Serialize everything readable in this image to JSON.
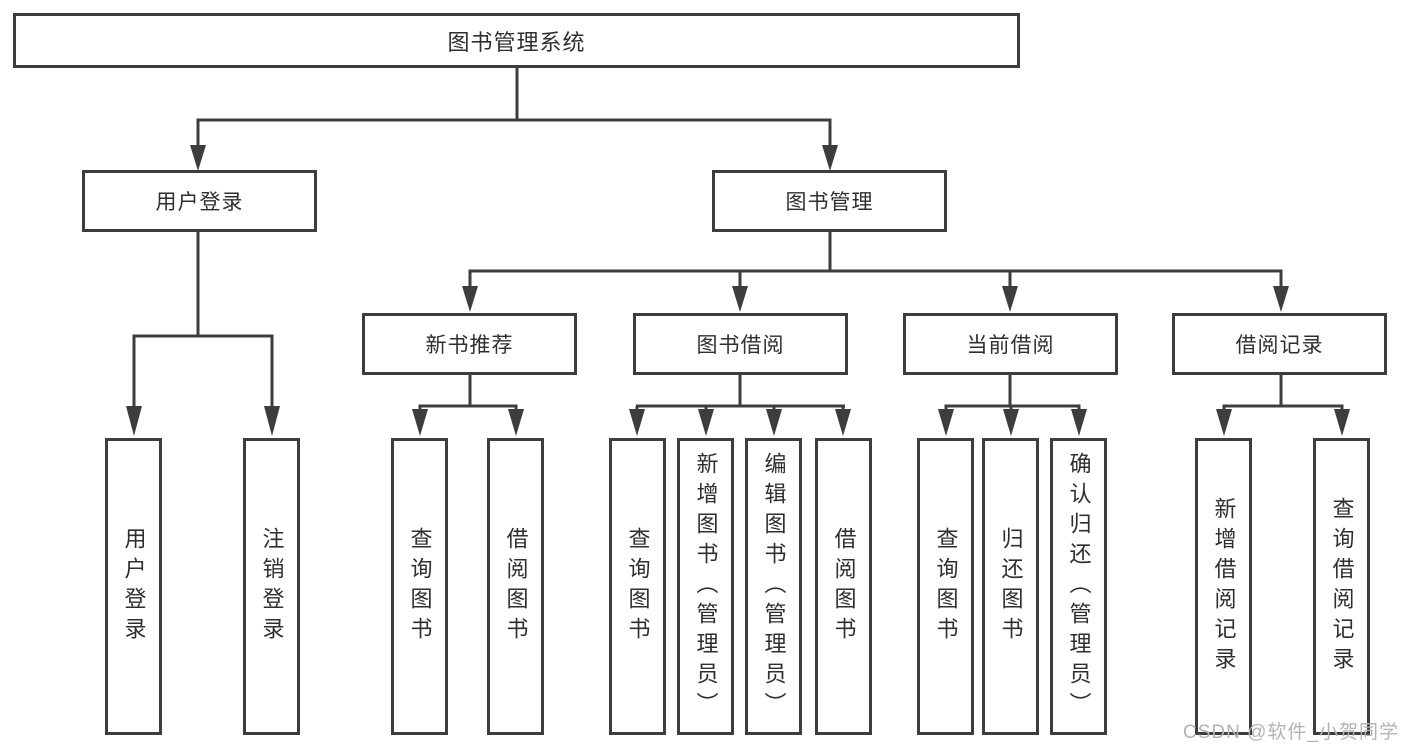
{
  "diagram": {
    "root": {
      "label": "图书管理系统"
    },
    "level2": [
      {
        "id": "user-login",
        "label": "用户登录"
      },
      {
        "id": "book-management",
        "label": "图书管理"
      }
    ],
    "level3": [
      {
        "id": "new-book-recommend",
        "label": "新书推荐"
      },
      {
        "id": "book-borrow",
        "label": "图书借阅"
      },
      {
        "id": "current-borrow",
        "label": "当前借阅"
      },
      {
        "id": "borrow-records",
        "label": "借阅记录"
      }
    ],
    "leaves": {
      "user_login": [
        {
          "label": "用户登录"
        },
        {
          "label": "注销登录"
        }
      ],
      "new_book": [
        {
          "label": "查询图书"
        },
        {
          "label": "借阅图书"
        }
      ],
      "book_borrow": [
        {
          "label": "查询图书"
        },
        {
          "label": "新增图书（管理员）"
        },
        {
          "label": "编辑图书（管理员）"
        },
        {
          "label": "借阅图书"
        }
      ],
      "current_borrow": [
        {
          "label": "查询图书"
        },
        {
          "label": "归还图书"
        },
        {
          "label": "确认归还（管理员）"
        }
      ],
      "borrow_records": [
        {
          "label": "新增借阅记录"
        },
        {
          "label": "查询借阅记录"
        }
      ]
    }
  },
  "watermark": {
    "label": "CSDN @软件_小贺同学"
  },
  "colors": {
    "line": "#3d3d3d",
    "text": "#2f2f2f",
    "background": "#ffffff",
    "watermark": "#b3b3b3"
  }
}
